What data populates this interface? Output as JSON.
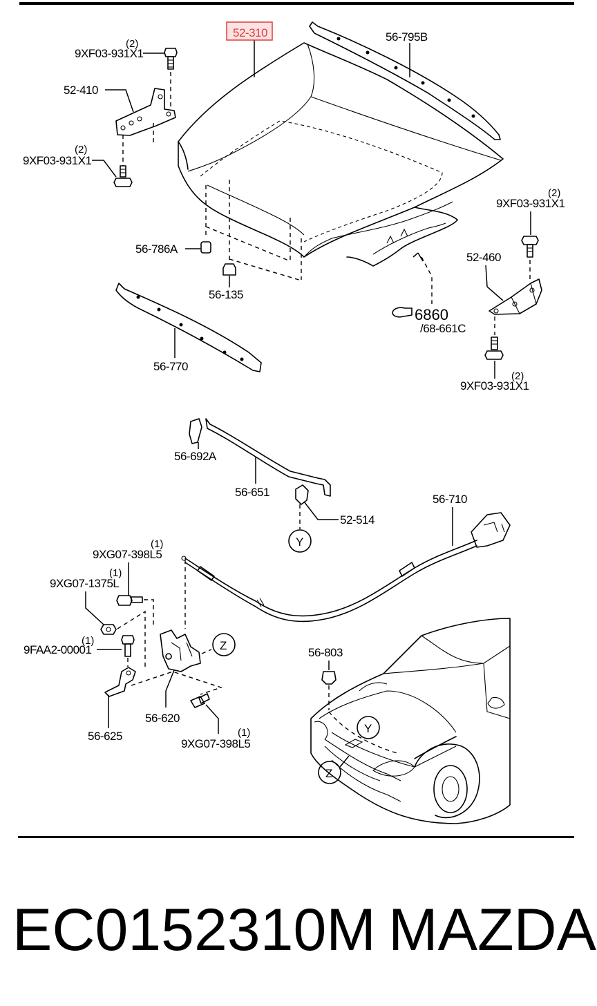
{
  "highlight": {
    "part_number": "52-310",
    "color": "#e23b3b",
    "fill": "#fbe3e3"
  },
  "labels": {
    "hood": "52-310",
    "seal_rear": "56-795B",
    "bolt_top_left": "9XF03-931X1",
    "bolt_top_left_qty": "(2)",
    "hinge_left": "52-410",
    "bolt_mid_left": "9XF03-931X1",
    "bolt_mid_left_qty": "(2)",
    "bumper_a": "56-786A",
    "bumper_b": "56-135",
    "seal_front": "56-770",
    "bolt_top_right": "9XF03-931X1",
    "bolt_top_right_qty": "(2)",
    "hinge_right": "52-460",
    "ref_number": "6860",
    "ref_sub": "/68-661C",
    "bolt_bottom_right": "9XF03-931X1",
    "bolt_bottom_right_qty": "(2)",
    "prop_clip": "56-692A",
    "prop_rod": "56-651",
    "prop_holder": "52-514",
    "callout_y": "Y",
    "cable": "56-710",
    "latch_bolt_1": "9XG07-398L5",
    "latch_bolt_1_qty": "(1)",
    "latch_bolt_2": "9XG07-1375L",
    "latch_bolt_2_qty": "(1)",
    "latch_bolt_3": "9FAA2-00001",
    "latch_bolt_3_qty": "(1)",
    "callout_z": "Z",
    "latch": "56-620",
    "striker": "56-625",
    "latch_bolt_4": "9XG07-398L5",
    "latch_bolt_4_qty": "(1)",
    "stopper": "56-803",
    "car_callout_y": "Y",
    "car_callout_z": "Z"
  },
  "footer": {
    "part_code": "EC0152310M",
    "brand": "MAZDA"
  }
}
